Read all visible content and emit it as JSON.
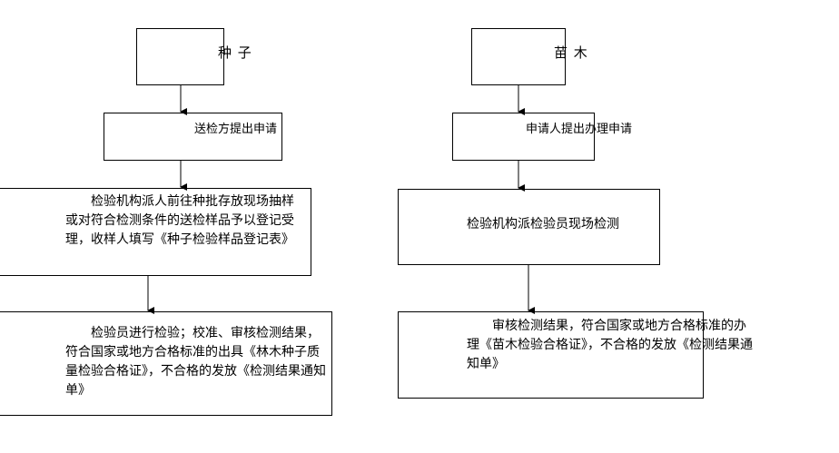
{
  "diagram": {
    "left_flow": {
      "title": "种 子",
      "step1": "送检方提出申请",
      "step2": "　　检验机构派人前往种批存放现场抽样或对符合检测条件的送检样品予以登记受理，收样人填写《种子检验样品登记表》",
      "step3": "　　检验员进行检验；校准、审核检测结果，符合国家或地方合格标准的出具《林木种子质量检验合格证》，不合格的发放《检测结果通知单》"
    },
    "right_flow": {
      "title": "苗 木",
      "step1": "申请人提出办理申请",
      "step2": "检验机构派检验员现场检测",
      "step3": "　　审核检测结果，符合国家或地方合格标准的办理《苗木检验合格证》，不合格的发放《检测结果通知单》"
    },
    "line_color": "#000000"
  }
}
